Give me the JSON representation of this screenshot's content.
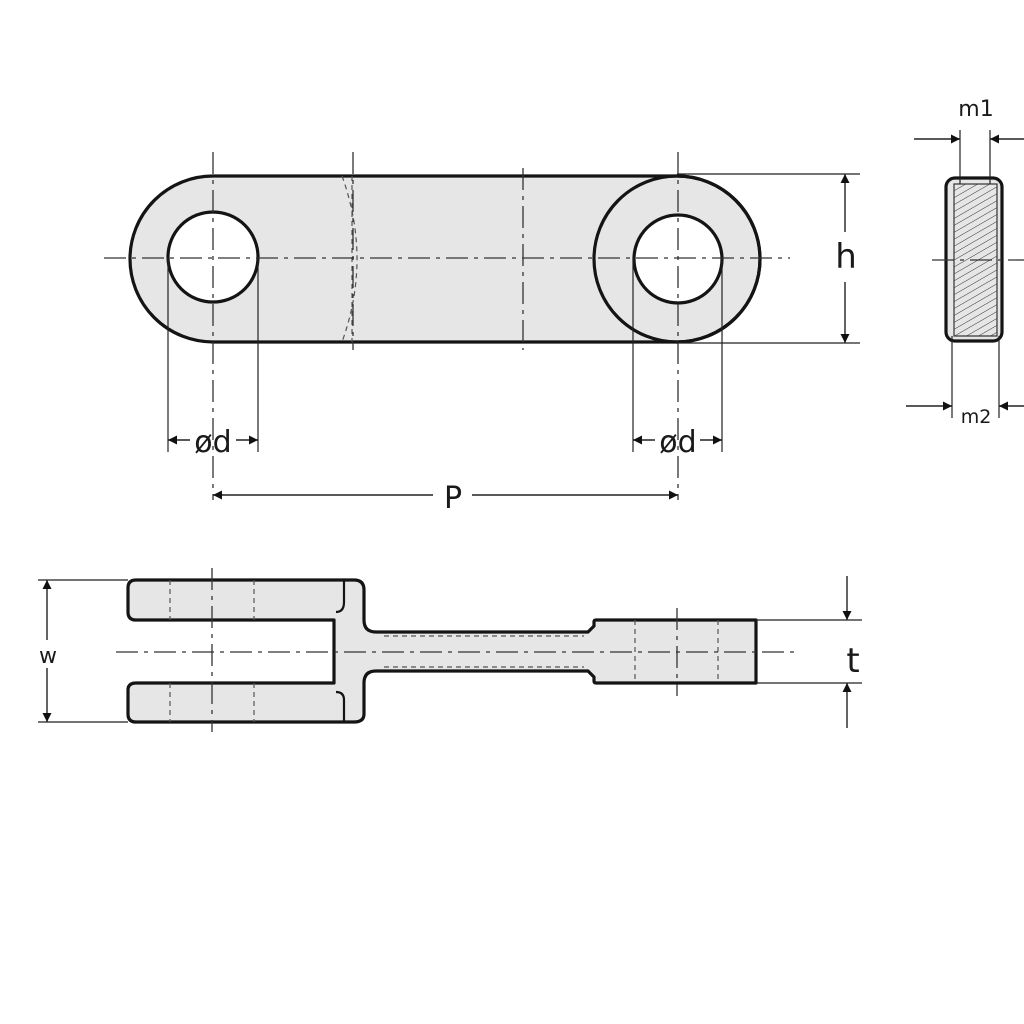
{
  "labels": {
    "hole_diameter_left": "ød",
    "hole_diameter_right": "ød",
    "pitch": "P",
    "height": "h",
    "width": "w",
    "thickness": "t",
    "m1": "m1",
    "m2": "m2"
  }
}
